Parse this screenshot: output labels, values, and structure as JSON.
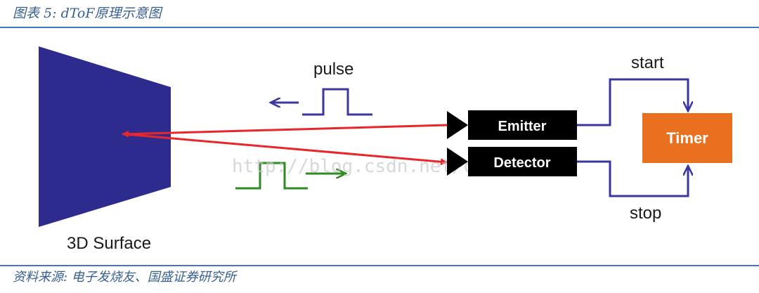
{
  "caption": "图表 5:  dToF原理示意图",
  "source": "资料来源:  电子发烧友、国盛证券研究所",
  "diagram": {
    "surface_label": "3D Surface",
    "pulse_label": "pulse",
    "emitter_label": "Emitter",
    "detector_label": "Detector",
    "timer_label": "Timer",
    "start_label": "start",
    "stop_label": "stop",
    "watermark": "http://blog.csdn.net/cleaf..."
  },
  "colors": {
    "surface": "#2e2b8e",
    "outgoing_ray": "#e8262c",
    "return_ray": "#e8262c",
    "emitted_pulse": "#3a37a0",
    "received_pulse": "#2e8a22",
    "block": "#000000",
    "timer": "#e8701f",
    "wire": "#3a37a0",
    "caption": "#365f91",
    "rule": "#4472c4"
  }
}
